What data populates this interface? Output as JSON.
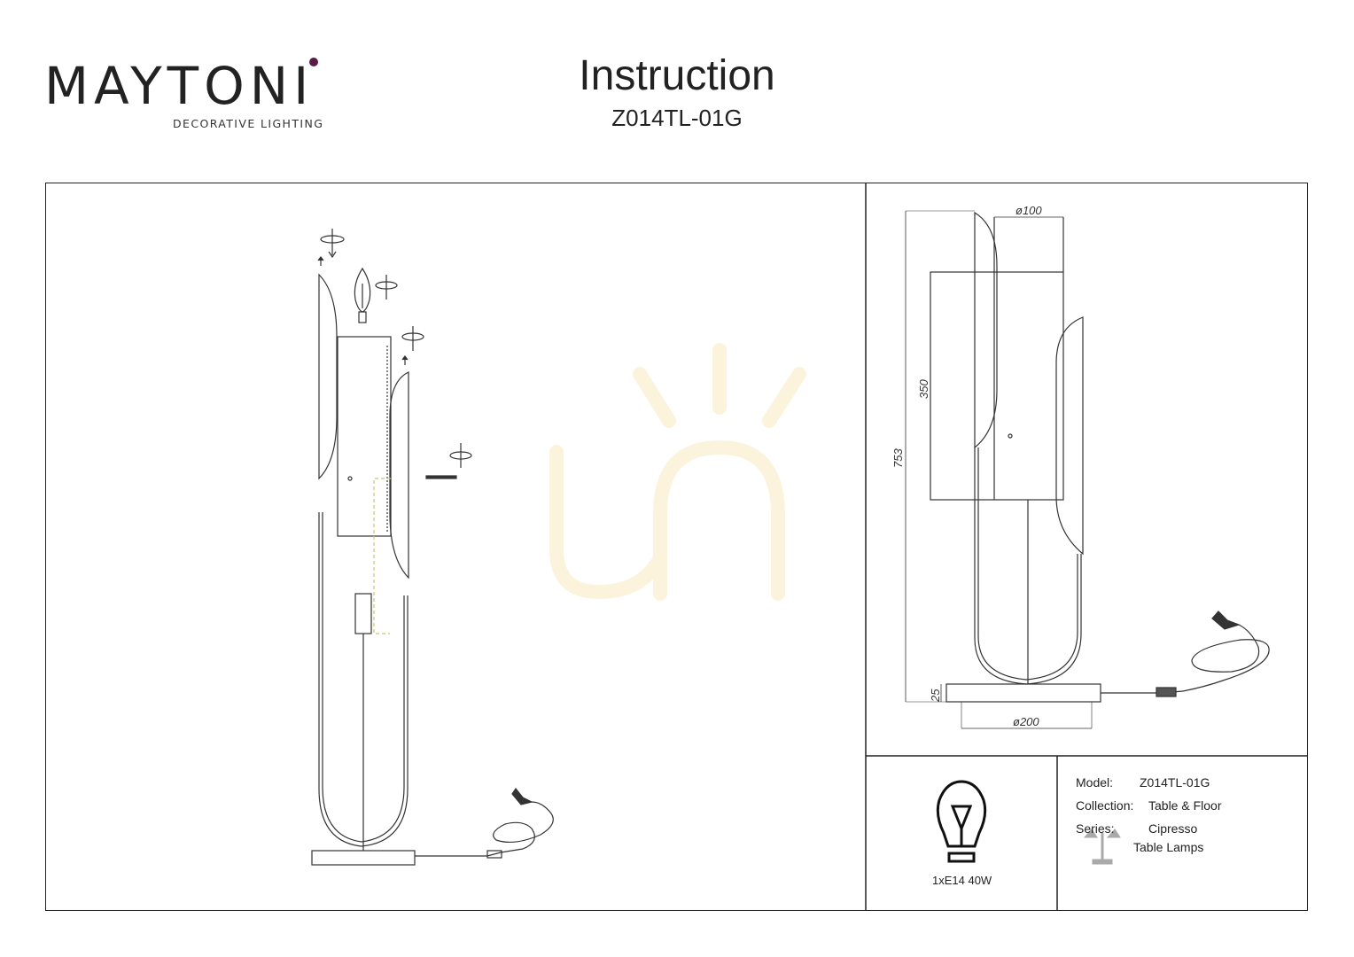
{
  "brand": {
    "name": "MAYTONI",
    "tagline": "DECORATIVE LIGHTING",
    "accent_color": "#5a1a4a"
  },
  "header": {
    "title": "Instruction",
    "model_code": "Z014TL-01G"
  },
  "dimensions": {
    "diameter_top": "ø100",
    "diameter_base": "ø200",
    "height_total": "753",
    "height_shade": "350",
    "height_base": "25"
  },
  "bulb": {
    "icon": "light-bulb-icon",
    "spec": "1xE14 40W"
  },
  "specs": {
    "model_label": "Model:",
    "model_value": "Z014TL-01G",
    "collection_label": "Collection:",
    "collection_value": "Table & Floor",
    "series_label": "Series:",
    "series_value": "Cipresso",
    "type_value": "Table Lamps",
    "type_icon": "table-lamp-icon"
  }
}
